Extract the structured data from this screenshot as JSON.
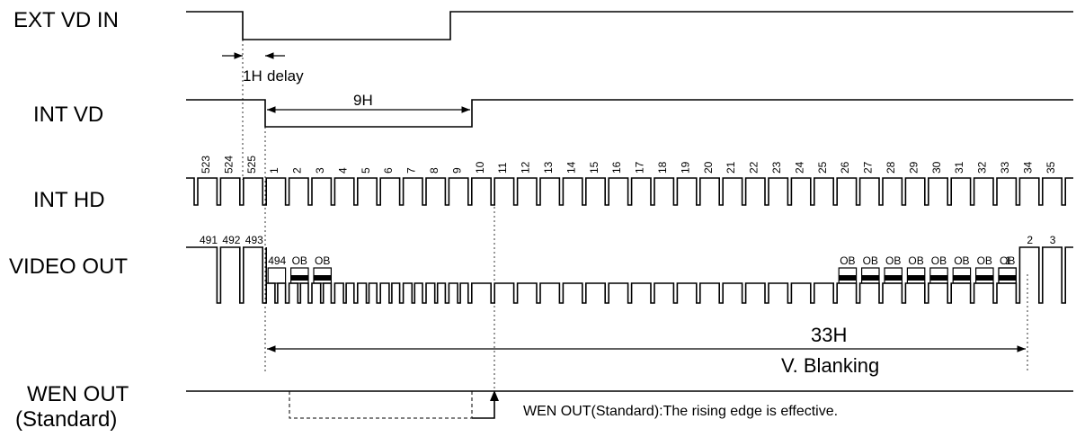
{
  "signals": {
    "ext_vd_in": "EXT VD IN",
    "int_vd": "INT VD",
    "int_hd": "INT HD",
    "video_out": "VIDEO OUT",
    "wen_out_line1": "WEN OUT",
    "wen_out_line2": "(Standard)"
  },
  "annotations": {
    "delay_1h": "1H",
    "delay_word": "delay",
    "nine_h": "9H",
    "thirtythree_h": "33H",
    "v_blanking": "V. Blanking",
    "wen_note": "WEN OUT(Standard):The rising edge is effective."
  },
  "hd_numbers": [
    "523",
    "524",
    "525",
    "1",
    "2",
    "3",
    "4",
    "5",
    "6",
    "7",
    "8",
    "9",
    "10",
    "11",
    "12",
    "13",
    "14",
    "15",
    "16",
    "17",
    "18",
    "19",
    "20",
    "21",
    "22",
    "23",
    "24",
    "25",
    "26",
    "27",
    "28",
    "29",
    "30",
    "31",
    "32",
    "33",
    "34",
    "35"
  ],
  "video_labels": {
    "top_left": [
      "491",
      "492",
      "493"
    ],
    "line_494": "494",
    "ob_label": "OB",
    "one": "1",
    "right": [
      "2",
      "3"
    ]
  }
}
